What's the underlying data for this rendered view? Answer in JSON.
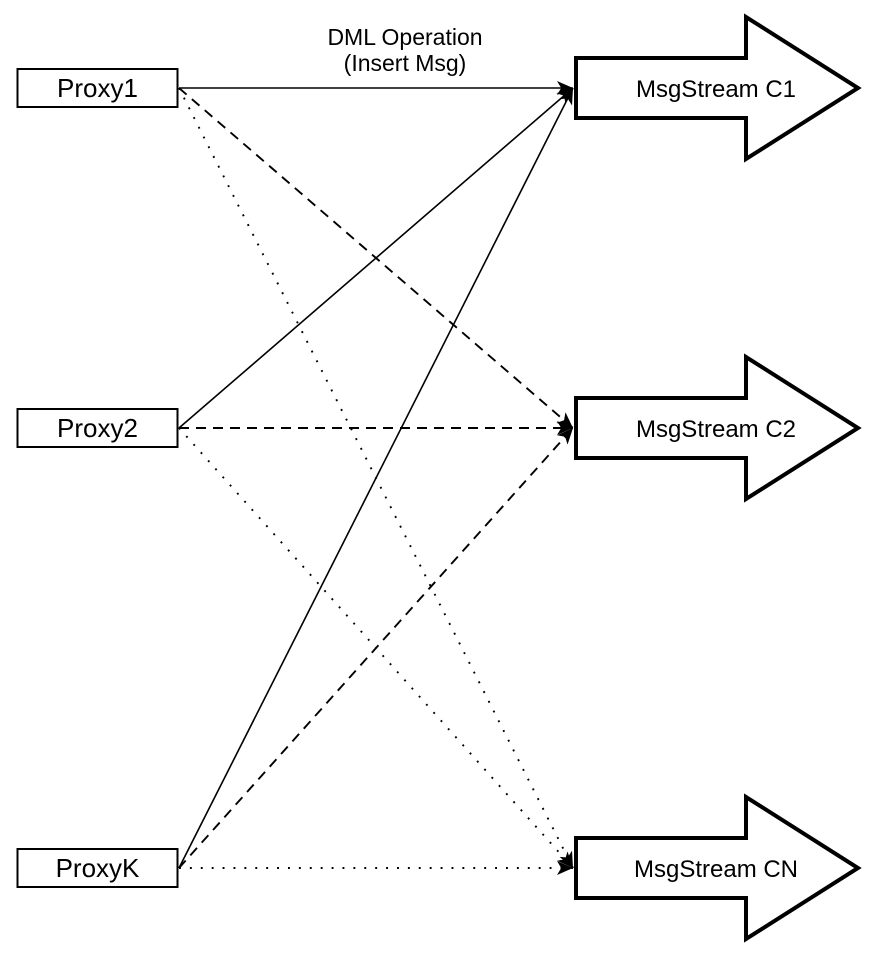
{
  "diagram": {
    "background_color": "#ffffff",
    "stroke_color": "#000000",
    "fill_color": "#ffffff",
    "title": {
      "line1": "DML Operation",
      "line2": "(Insert Msg)"
    },
    "proxies": [
      {
        "id": "proxy1",
        "label": "Proxy1"
      },
      {
        "id": "proxy2",
        "label": "Proxy2"
      },
      {
        "id": "proxyK",
        "label": "ProxyK"
      }
    ],
    "streams": [
      {
        "id": "c1",
        "label": "MsgStream C1"
      },
      {
        "id": "c2",
        "label": "MsgStream C2"
      },
      {
        "id": "cn",
        "label": "MsgStream CN"
      }
    ],
    "edges": [
      {
        "from": "proxy1",
        "to": "c1",
        "style": "solid"
      },
      {
        "from": "proxy2",
        "to": "c1",
        "style": "solid"
      },
      {
        "from": "proxyK",
        "to": "c1",
        "style": "solid"
      },
      {
        "from": "proxy1",
        "to": "c2",
        "style": "dashed"
      },
      {
        "from": "proxy2",
        "to": "c2",
        "style": "dashed"
      },
      {
        "from": "proxyK",
        "to": "c2",
        "style": "dashed"
      },
      {
        "from": "proxy1",
        "to": "cn",
        "style": "dotted"
      },
      {
        "from": "proxy2",
        "to": "cn",
        "style": "dotted"
      },
      {
        "from": "proxyK",
        "to": "cn",
        "style": "dotted"
      }
    ]
  }
}
